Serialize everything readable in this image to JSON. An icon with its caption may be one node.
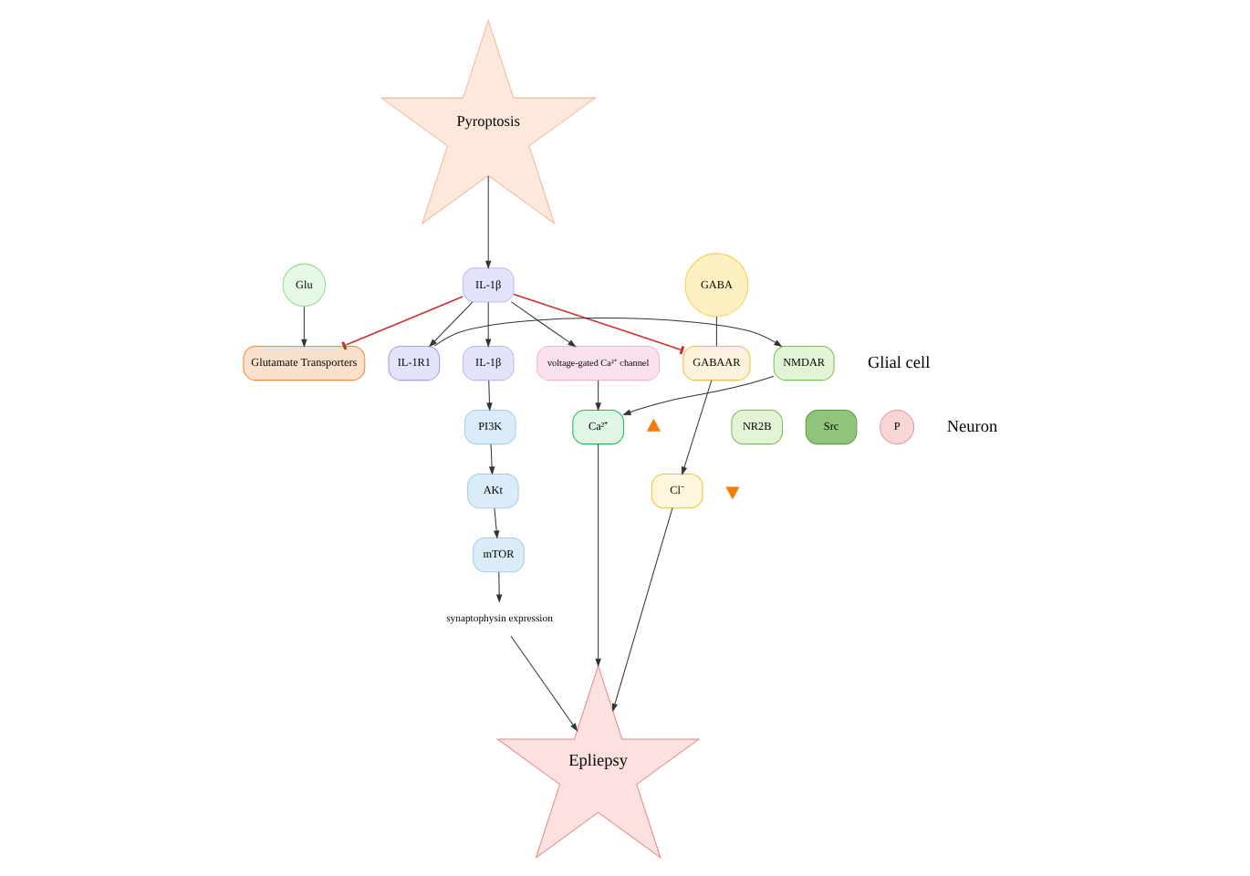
{
  "diagram": {
    "nodes": [
      {
        "text": [
          "Pyroptosis"
        ]
      },
      {
        "text": [
          "IL-1β"
        ]
      },
      {
        "text": [
          "Glutamate Transporters"
        ]
      },
      {
        "text": [
          "Glu"
        ]
      },
      {
        "text": [
          "GABA"
        ]
      },
      {
        "text": [
          "GABAAR"
        ]
      },
      {
        "text": [
          "voltage-gated Ca²⁺ channel"
        ]
      },
      {
        "text": [
          "IL-1R1"
        ]
      },
      {
        "text": [
          "NR2B"
        ]
      },
      {
        "text": [
          "Src"
        ]
      },
      {
        "text": [
          "P"
        ]
      },
      {
        "text": [
          "NMDAR"
        ]
      },
      {
        "text": [
          "IL-1β"
        ]
      },
      {
        "text": [
          "PI3K"
        ]
      },
      {
        "text": [
          "AKt"
        ]
      },
      {
        "text": [
          "mTOR"
        ]
      },
      {
        "text": [
          "synaptophysin expression"
        ]
      },
      {
        "text": [
          "Cl⁻"
        ]
      },
      {
        "text": [
          "Ca²⁺"
        ]
      },
      {
        "text": [
          "Epliepsy"
        ]
      }
    ],
    "edges": [
      {
        "from": 0,
        "to": 1,
        "arrow": "to"
      },
      {
        "from": 1,
        "to": 2,
        "arrow": "other",
        "color": "#d32f2f"
      },
      {
        "from": 3,
        "to": 2,
        "arrow": "to"
      },
      {
        "from": 4,
        "to": 5,
        "arrow": "none"
      },
      {
        "from": 1,
        "to": 5,
        "arrow": "other",
        "color": "#d32f2f"
      },
      {
        "from": 1,
        "to": 6,
        "arrow": "to"
      },
      {
        "from": 1,
        "to": 7,
        "arrow": "to"
      },
      {
        "from": 1,
        "to": 12,
        "arrow": "to"
      },
      {
        "from": 5,
        "to": 17,
        "arrow": "to"
      },
      {
        "from": 6,
        "to": 18,
        "arrow": "to"
      },
      {
        "from": 7,
        "to": 11,
        "arrow": "to"
      },
      {
        "from": 11,
        "to": 18,
        "arrow": "to"
      },
      {
        "from": 12,
        "to": 13,
        "arrow": "to"
      },
      {
        "from": 13,
        "to": 14,
        "arrow": "to"
      },
      {
        "from": 14,
        "to": 15,
        "arrow": "to"
      },
      {
        "from": 15,
        "to": 16,
        "arrow": "to"
      },
      {
        "from": 17,
        "to": 19,
        "arrow": "to"
      },
      {
        "from": 18,
        "to": 19,
        "arrow": "to"
      },
      {
        "from": 16,
        "to": 19,
        "arrow": "to"
      }
    ],
    "labels": [
      "Glial cell",
      "Neuron"
    ]
  }
}
